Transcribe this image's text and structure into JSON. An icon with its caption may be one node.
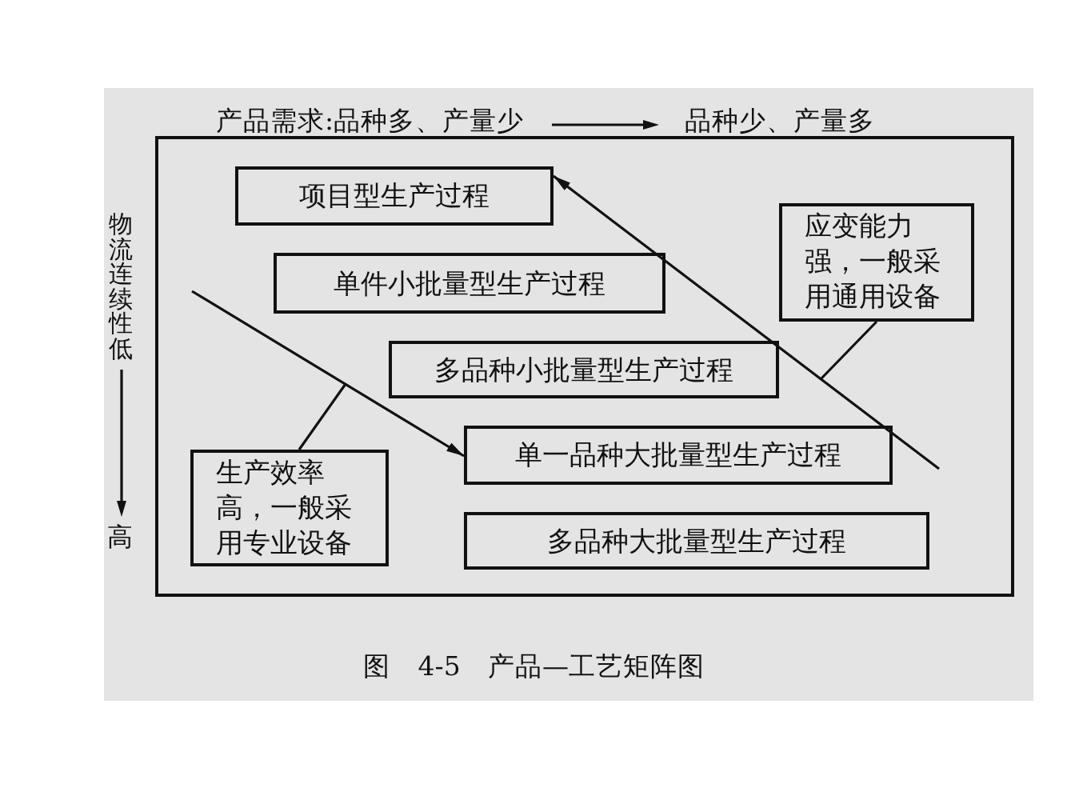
{
  "diagram": {
    "caption": "图 4-5 产品—工艺矩阵图",
    "nodes": [
      {
        "text": [],
        "shape": "box"
      },
      {
        "text": [
          "项目型生产过程"
        ],
        "in": 0
      },
      {
        "text": [
          "单件小批量型生产过程"
        ],
        "in": 0
      },
      {
        "text": [
          "多品种小批量型生产过程"
        ],
        "in": 0
      },
      {
        "text": [
          "单一品种大批量型生产过程"
        ],
        "in": 0
      },
      {
        "text": [
          "多品种大批量型生产过程"
        ],
        "in": 0
      },
      {
        "text": [
          "应变能力强，一般采用通用设备"
        ],
        "in": 0
      },
      {
        "text": [
          "生产效率高，一般采用专业设备"
        ],
        "in": 0
      }
    ],
    "edges": [
      {
        "from": null,
        "to": 1,
        "arrow": "to"
      },
      {
        "from": 6,
        "to": null,
        "arrow": "none"
      },
      {
        "from": null,
        "to": 4,
        "arrow": "to"
      },
      {
        "from": 7,
        "to": null,
        "arrow": "none"
      }
    ],
    "labels": [
      "产品需求:品种多、产量少",
      "品种少、产量多",
      "物流连续性低",
      "高"
    ]
  }
}
